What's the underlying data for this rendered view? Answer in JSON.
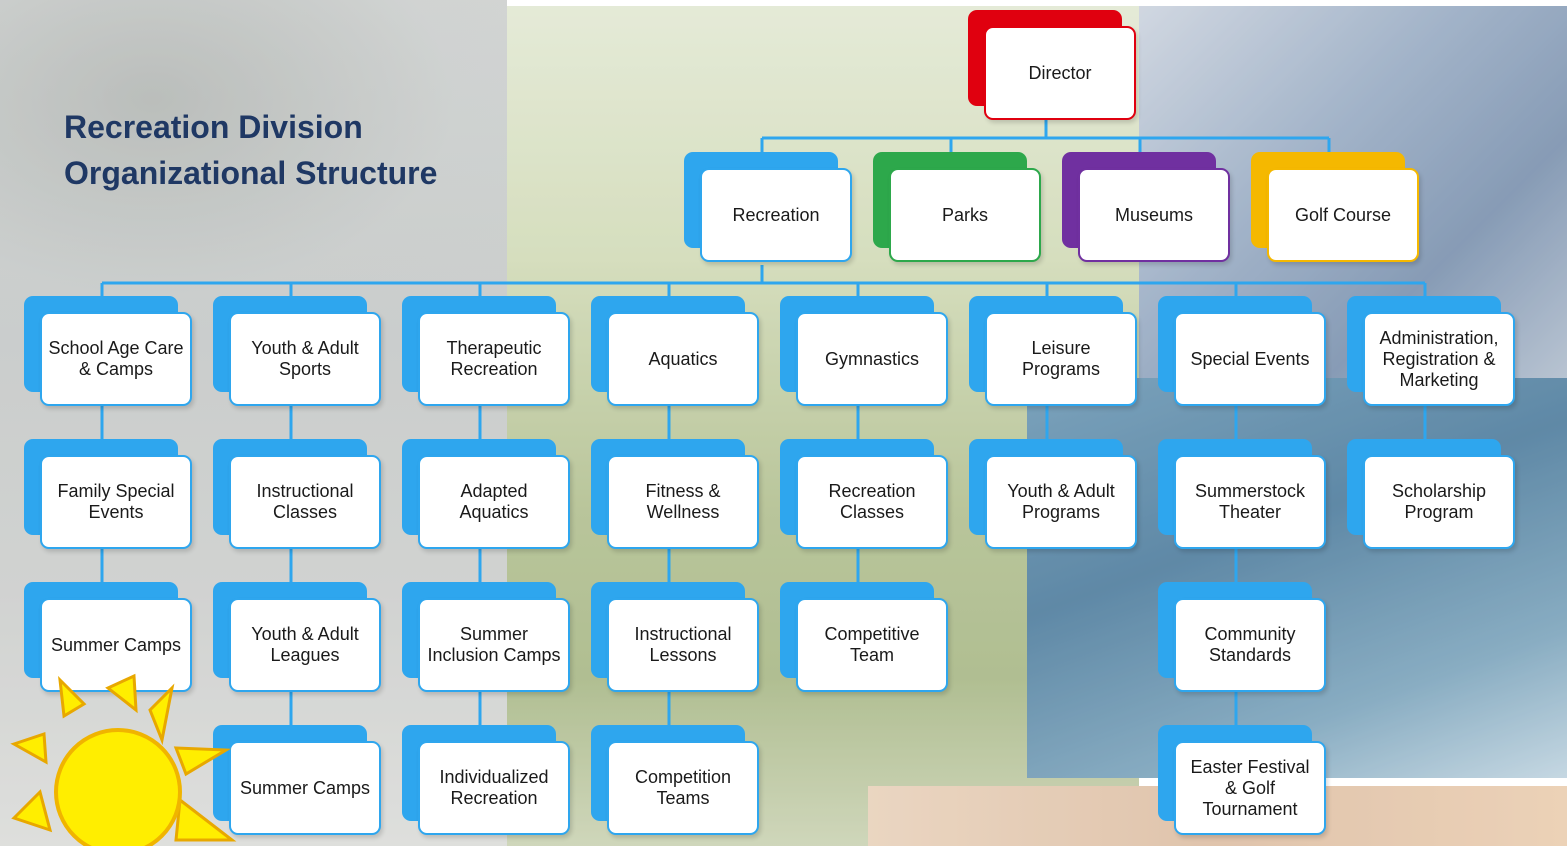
{
  "title": {
    "line1": "Recreation Division",
    "line2": "Organizational Structure"
  },
  "colors": {
    "connector": "#2ea6ee",
    "title": "#1f3864",
    "director": "#e0000f",
    "recreation": "#2ea6ee",
    "parks": "#2da84b",
    "museums": "#7030a0",
    "golf": "#f5b800",
    "sun": "#ffee00"
  },
  "director": "Director",
  "departments": {
    "recreation": "Recreation",
    "parks": "Parks",
    "museums": "Museums",
    "golf": "Golf Course"
  },
  "programs": [
    {
      "name": "School Age Care & Camps",
      "children": [
        "Family Special Events",
        "Summer Camps"
      ]
    },
    {
      "name": "Youth & Adult Sports",
      "children": [
        "Instructional Classes",
        "Youth & Adult Leagues",
        "Summer Camps"
      ]
    },
    {
      "name": "Therapeutic Recreation",
      "children": [
        "Adapted Aquatics",
        "Summer Inclusion Camps",
        "Individualized Recreation"
      ]
    },
    {
      "name": "Aquatics",
      "children": [
        "Fitness & Wellness",
        "Instructional Lessons",
        "Competition Teams"
      ]
    },
    {
      "name": "Gymnastics",
      "children": [
        "Recreation Classes",
        "Competitive Team"
      ]
    },
    {
      "name": "Leisure Programs",
      "children": [
        "Youth & Adult Programs"
      ]
    },
    {
      "name": "Special Events",
      "children": [
        "Summerstock Theater",
        "Community Standards",
        "Easter Festival & Golf Tournament"
      ]
    },
    {
      "name": "Administration, Registration & Marketing",
      "children": [
        "Scholarship Program"
      ]
    }
  ]
}
